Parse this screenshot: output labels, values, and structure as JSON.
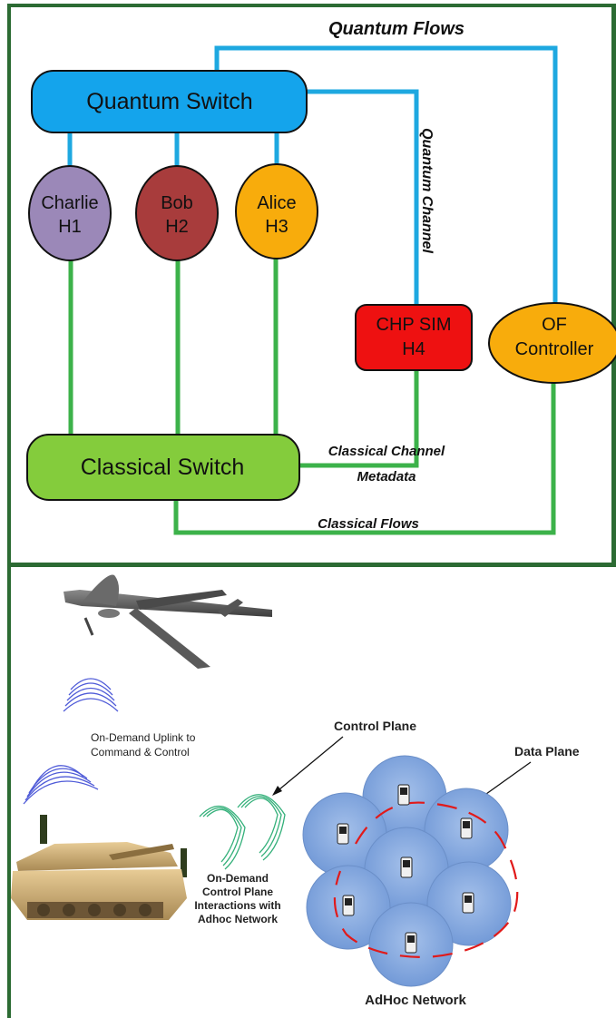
{
  "top_diagram": {
    "quantum_flows_label": "Quantum Flows",
    "quantum_channel_label": "Quantum Channel",
    "classical_channel_label_line1": "Classical Channel",
    "classical_channel_label_line2": "Metadata",
    "classical_flows_label": "Classical Flows",
    "quantum_switch_label": "Quantum Switch",
    "classical_switch_label": "Classical Switch",
    "nodes": [
      {
        "line1": "Charlie",
        "line2": "H1",
        "color": "#9b88b8"
      },
      {
        "line1": "Bob",
        "line2": "H2",
        "color": "#a83c3c"
      },
      {
        "line1": "Alice",
        "line2": "H3",
        "color": "#f8ac0c"
      }
    ],
    "chp_sim": {
      "line1": "CHP SIM",
      "line2": "H4",
      "color": "#ee1111"
    },
    "of_controller": {
      "line1": "OF",
      "line2": "Controller",
      "color": "#f8ac0c"
    },
    "colors": {
      "quantum_link": "#1ea8e0",
      "classical_link": "#3cb24a",
      "quantum_switch_fill": "#14a4ec",
      "classical_switch_fill": "#84cc3c",
      "frame": "#2c6b33"
    }
  },
  "bottom_diagram": {
    "uplink_label_line1": "On-Demand Uplink to",
    "uplink_label_line2": "Command & Control",
    "control_plane_label": "Control Plane",
    "data_plane_label": "Data Plane",
    "interactions_line1": "On-Demand",
    "interactions_line2": "Control Plane",
    "interactions_line3": "Interactions with",
    "interactions_line4": "Adhoc Network",
    "adhoc_network_label": "AdHoc Network"
  }
}
